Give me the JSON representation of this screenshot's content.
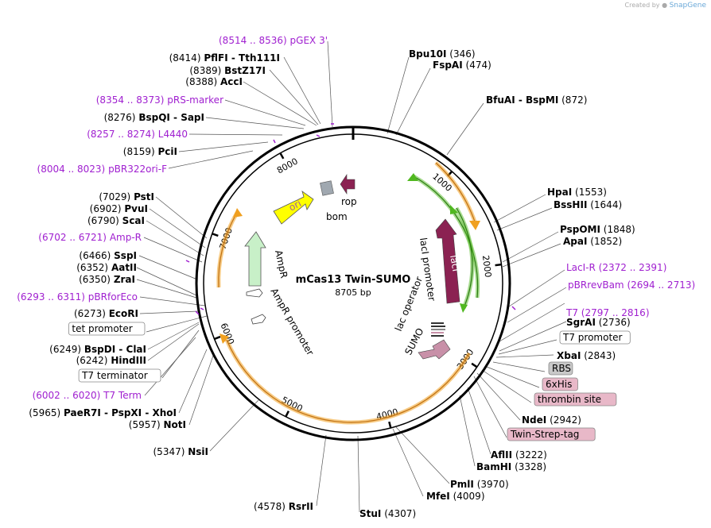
{
  "credit": {
    "prefix": "Created by",
    "brand": "SnapGene"
  },
  "plasmid": {
    "name": "mCas13 Twin-SUMO",
    "size_label": "8705 bp",
    "length": 8705
  },
  "ticks": [
    {
      "bp": 1000,
      "label": "1000"
    },
    {
      "bp": 2000,
      "label": "2000"
    },
    {
      "bp": 3000,
      "label": "3000"
    },
    {
      "bp": 4000,
      "label": "4000"
    },
    {
      "bp": 5000,
      "label": "5000"
    },
    {
      "bp": 6000,
      "label": "6000"
    },
    {
      "bp": 7000,
      "label": "7000"
    },
    {
      "bp": 8000,
      "label": "8000"
    }
  ],
  "features": [
    {
      "name": "ori",
      "label": "ori",
      "color": "#ffff00"
    },
    {
      "name": "rop",
      "label": "rop",
      "color": "#8b2252"
    },
    {
      "name": "bom",
      "label": "bom",
      "color": "#a0a8b0"
    },
    {
      "name": "lacI",
      "label": "lacI",
      "color": "#8b2252"
    },
    {
      "name": "lacI-promoter",
      "label": "lacI promoter",
      "color": "#ffffff"
    },
    {
      "name": "lac-operator",
      "label": "lac operator",
      "color": "#ffffff"
    },
    {
      "name": "SUMO",
      "label": "SUMO",
      "color": "#c890a8"
    },
    {
      "name": "AmpR",
      "label": "AmpR",
      "color": "#c8f0c8"
    },
    {
      "name": "AmpR-promoter",
      "label": "AmpR promoter",
      "color": "#ffffff"
    }
  ],
  "sites_right": [
    {
      "enzyme": "Bpu10I",
      "pos": "(346)",
      "type": "enzyme"
    },
    {
      "enzyme": "FspAI",
      "pos": "(474)",
      "type": "enzyme"
    },
    {
      "enzyme": "BfuAI  -  BspMI",
      "pos": "(872)",
      "type": "enzyme"
    },
    {
      "enzyme": "HpaI",
      "pos": "(1553)",
      "type": "enzyme"
    },
    {
      "enzyme": "BssHII",
      "pos": "(1644)",
      "type": "enzyme"
    },
    {
      "enzyme": "PspOMI",
      "pos": "(1848)",
      "type": "enzyme"
    },
    {
      "enzyme": "ApaI",
      "pos": "(1852)",
      "type": "enzyme"
    },
    {
      "enzyme": "LacI-R",
      "pos": "(2372 .. 2391)",
      "type": "primer"
    },
    {
      "enzyme": "pBRrevBam",
      "pos": "(2694 .. 2713)",
      "type": "primer"
    },
    {
      "enzyme": "SgrAI",
      "pos": "(2736)",
      "type": "enzyme"
    },
    {
      "enzyme": "T7",
      "pos": "(2797 .. 2816)",
      "type": "primer"
    },
    {
      "enzyme": "T7 promoter",
      "pos": "",
      "type": "boxed"
    },
    {
      "enzyme": "XbaI",
      "pos": "(2843)",
      "type": "enzyme"
    },
    {
      "enzyme": "RBS",
      "pos": "",
      "type": "grey"
    },
    {
      "enzyme": "6xHis",
      "pos": "",
      "type": "pink"
    },
    {
      "enzyme": "thrombin site",
      "pos": "",
      "type": "pink"
    },
    {
      "enzyme": "NdeI",
      "pos": "(2942)",
      "type": "enzyme"
    },
    {
      "enzyme": "Twin-Strep-tag",
      "pos": "",
      "type": "pink"
    },
    {
      "enzyme": "AflII",
      "pos": "(3222)",
      "type": "enzyme"
    },
    {
      "enzyme": "BamHI",
      "pos": "(3328)",
      "type": "enzyme"
    },
    {
      "enzyme": "PmlI",
      "pos": "(3970)",
      "type": "enzyme"
    },
    {
      "enzyme": "MfeI",
      "pos": "(4009)",
      "type": "enzyme"
    },
    {
      "enzyme": "StuI",
      "pos": "(4307)",
      "type": "enzyme"
    }
  ],
  "sites_left": [
    {
      "enzyme": "pGEX 3'",
      "pos": "(8514 .. 8536)",
      "type": "primer"
    },
    {
      "enzyme": "PflFI  -  Tth111I",
      "pos": "(8414)",
      "type": "enzyme"
    },
    {
      "enzyme": "BstZ17I",
      "pos": "(8389)",
      "type": "enzyme"
    },
    {
      "enzyme": "AccI",
      "pos": "(8388)",
      "type": "enzyme"
    },
    {
      "enzyme": "pRS-marker",
      "pos": "(8354 .. 8373)",
      "type": "primer"
    },
    {
      "enzyme": "BspQI  -  SapI",
      "pos": "(8276)",
      "type": "enzyme"
    },
    {
      "enzyme": "L4440",
      "pos": "(8257 .. 8274)",
      "type": "primer"
    },
    {
      "enzyme": "PciI",
      "pos": "(8159)",
      "type": "enzyme"
    },
    {
      "enzyme": "pBR322ori-F",
      "pos": "(8004 .. 8023)",
      "type": "primer"
    },
    {
      "enzyme": "PstI",
      "pos": "(7029)",
      "type": "enzyme"
    },
    {
      "enzyme": "PvuI",
      "pos": "(6902)",
      "type": "enzyme"
    },
    {
      "enzyme": "ScaI",
      "pos": "(6790)",
      "type": "enzyme"
    },
    {
      "enzyme": "Amp-R",
      "pos": "(6702 .. 6721)",
      "type": "primer"
    },
    {
      "enzyme": "SspI",
      "pos": "(6466)",
      "type": "enzyme"
    },
    {
      "enzyme": "AatII",
      "pos": "(6352)",
      "type": "enzyme"
    },
    {
      "enzyme": "ZraI",
      "pos": "(6350)",
      "type": "enzyme"
    },
    {
      "enzyme": "pBRforEco",
      "pos": "(6293 .. 6311)",
      "type": "primer"
    },
    {
      "enzyme": "EcoRI",
      "pos": "(6273)",
      "type": "enzyme"
    },
    {
      "enzyme": "tet promoter",
      "pos": "",
      "type": "boxed"
    },
    {
      "enzyme": "BspDI  -  ClaI",
      "pos": "(6249)",
      "type": "enzyme"
    },
    {
      "enzyme": "HindIII",
      "pos": "(6242)",
      "type": "enzyme"
    },
    {
      "enzyme": "T7 terminator",
      "pos": "",
      "type": "boxed"
    },
    {
      "enzyme": "T7 Term",
      "pos": "(6002 .. 6020)",
      "type": "primer"
    },
    {
      "enzyme": "PaeR7I  -  PspXI  -  XhoI",
      "pos": "(5965)",
      "type": "enzyme"
    },
    {
      "enzyme": "NotI",
      "pos": "(5957)",
      "type": "enzyme"
    },
    {
      "enzyme": "NsiI",
      "pos": "(5347)",
      "type": "enzyme"
    },
    {
      "enzyme": "RsrII",
      "pos": "(4578)",
      "type": "enzyme"
    }
  ],
  "colors": {
    "primer": "#a020d0",
    "orf": "#f0a020",
    "green_arc": "#50b820",
    "backbone": "#000000"
  }
}
